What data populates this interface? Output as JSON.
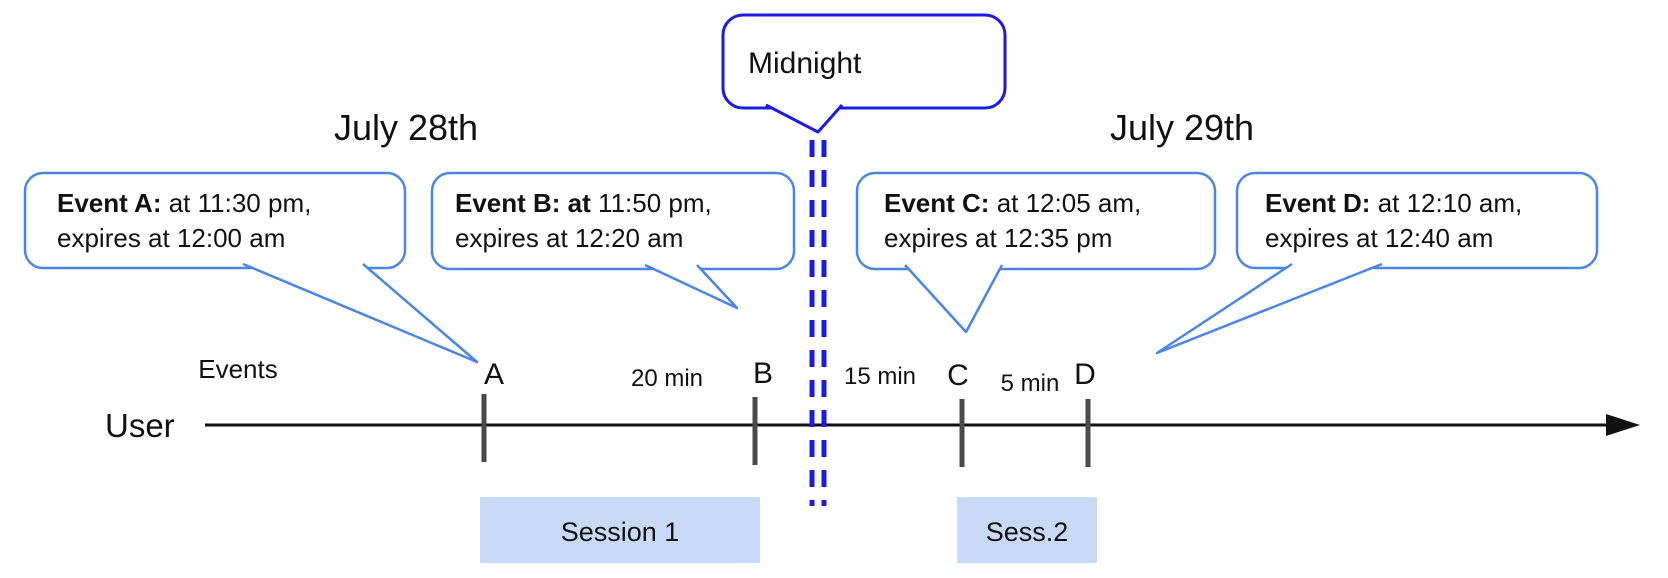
{
  "dates": {
    "left": "July 28th",
    "right": "July 29th"
  },
  "midnight": {
    "label": "Midnight"
  },
  "axis": {
    "events_label": "Events",
    "user_label": "User"
  },
  "events": [
    {
      "tick": "A",
      "bold": "Event A:",
      "rest": " at 11:30 pm,",
      "line2": "expires at 12:00 am"
    },
    {
      "tick": "B",
      "bold": "Event B: at",
      "rest": " 11:50 pm,",
      "line2": "expires at 12:20 am"
    },
    {
      "tick": "C",
      "bold": "Event C:",
      "rest": " at 12:05 am,",
      "line2": "expires at 12:35 pm"
    },
    {
      "tick": "D",
      "bold": "Event D:",
      "rest": " at 12:10 am,",
      "line2": "expires at 12:40 am"
    }
  ],
  "intervals": [
    {
      "label": "20 min"
    },
    {
      "label": "15 min"
    },
    {
      "label": "5 min"
    }
  ],
  "sessions": [
    {
      "label": "Session 1"
    },
    {
      "label": "Sess.2"
    }
  ],
  "colors": {
    "event_callout_border": "#4a86e8",
    "midnight_blue": "#1c1ce0",
    "session_fill": "#c9daf8",
    "tick_gray": "#4a4a4a",
    "timeline_black": "#111111"
  }
}
